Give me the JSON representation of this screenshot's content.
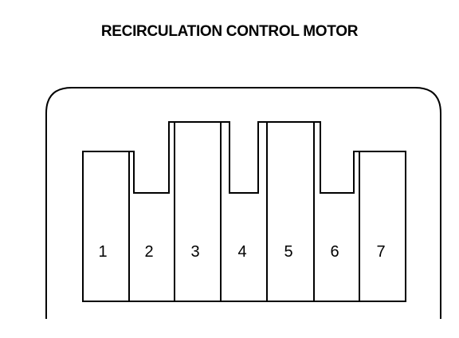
{
  "title": "RECIRCULATION CONTROL MOTOR",
  "pins": [
    {
      "label": "1"
    },
    {
      "label": "2"
    },
    {
      "label": "3"
    },
    {
      "label": "4"
    },
    {
      "label": "5"
    },
    {
      "label": "6"
    },
    {
      "label": "7"
    }
  ],
  "colors": {
    "line": "#000000",
    "background": "#ffffff"
  }
}
